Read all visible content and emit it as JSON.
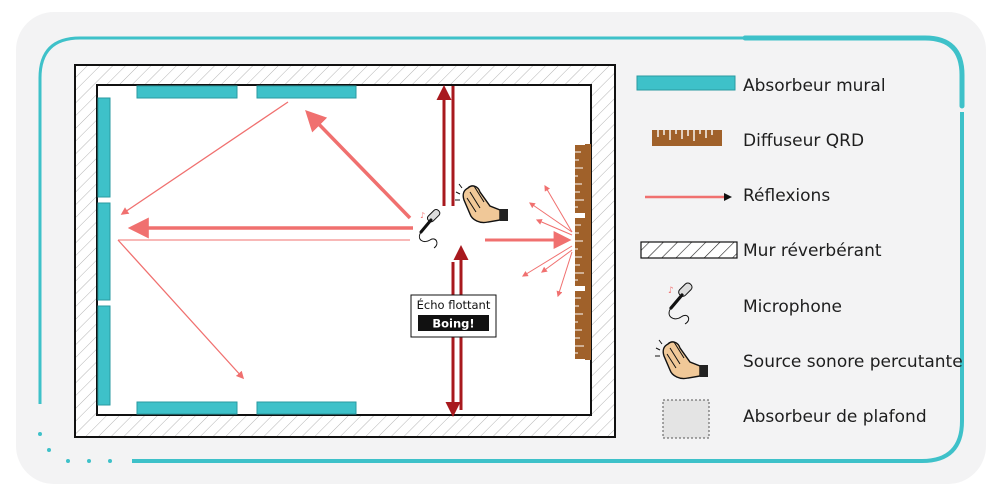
{
  "diagram": {
    "echo_box": {
      "title": "Écho flottant",
      "word": "Boing!"
    },
    "legend": [
      {
        "id": "wall-absorber",
        "label": "Absorbeur mural"
      },
      {
        "id": "qrd-diffuser",
        "label": "Diffuseur QRD"
      },
      {
        "id": "reflections",
        "label": "Réflexions"
      },
      {
        "id": "reverberant-wall",
        "label": "Mur réverbérant"
      },
      {
        "id": "microphone",
        "label": "Microphone"
      },
      {
        "id": "percussive-source",
        "label": "Source sonore percutante"
      },
      {
        "id": "ceiling-absorber",
        "label": "Absorbeur de plafond"
      }
    ],
    "colors": {
      "frame": "#3ec1c9",
      "absorber": "#3ec1c9",
      "reflection": "#f0706f",
      "flutter": "#a8191e",
      "diffuser": "#a0612a",
      "skin": "#f0c898"
    },
    "icons": [
      "microphone-icon",
      "clapping-hands-icon",
      "qrd-diffuser-icon",
      "hatch-wall-icon"
    ]
  }
}
